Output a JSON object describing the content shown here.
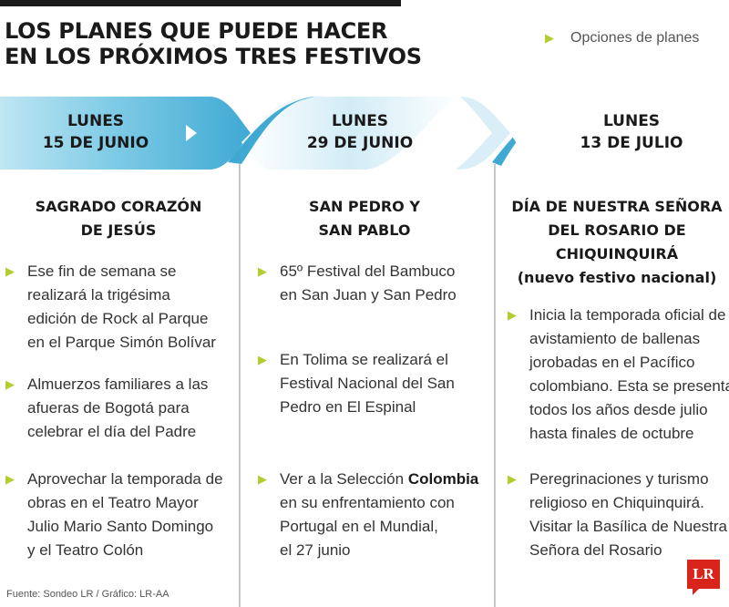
{
  "header": {
    "title_line1": "LOS PLANES QUE PUEDE HACER",
    "title_line2": "EN LOS PRÓXIMOS TRES FESTIVOS",
    "options_label": "Opciones de planes"
  },
  "colors": {
    "band": "#58b9dc",
    "band_light": "#bfe6f3",
    "bullet": "#b5cc2e",
    "logo": "#d9241b"
  },
  "columns": [
    {
      "date_weekday": "LUNES",
      "date_day": "15 DE JUNIO",
      "heading_lines": [
        "SAGRADO CORAZÓN",
        "DE JESÚS"
      ],
      "items": [
        {
          "lines": [
            "Ese fin de semana se",
            "realizará la trigésima",
            "edición de Rock al Parque",
            "en el Parque Simón Bolívar"
          ]
        },
        {
          "lines": [
            "Almuerzos familiares a las",
            "afueras de Bogotá para",
            "celebrar el día del Padre"
          ]
        },
        {
          "lines": [
            "Aprovechar la temporada de",
            "obras en el Teatro Mayor",
            "Julio Mario Santo Domingo",
            "y el Teatro Colón"
          ]
        }
      ]
    },
    {
      "date_weekday": "LUNES",
      "date_day": "29 DE JUNIO",
      "heading_lines": [
        "SAN PEDRO Y",
        "SAN PABLO"
      ],
      "items": [
        {
          "lines": [
            "65º Festival del Bambuco",
            "en San Juan y San Pedro"
          ]
        },
        {
          "lines": [
            "En Tolima se realizará el",
            "Festival Nacional del San",
            "Pedro en El Espinal"
          ]
        },
        {
          "lines": [
            "Ver a la Selección ",
            "en su enfrentamiento con",
            "Portugal en el Mundial,",
            "el 27 junio"
          ],
          "bold_word": "Colombia"
        }
      ]
    },
    {
      "date_weekday": "LUNES",
      "date_day": "13 DE JULIO",
      "heading_lines": [
        "DÍA DE NUESTRA SEÑORA",
        "DEL ROSARIO DE",
        "CHIQUINQUIRÁ",
        "(nuevo festivo nacional)"
      ],
      "items": [
        {
          "lines": [
            "Inicia la temporada oficial de",
            "avistamiento de ballenas",
            "jorobadas en el Pacífico",
            "colombiano. Esta se presenta",
            "todos los años desde julio",
            "hasta finales de octubre"
          ]
        },
        {
          "lines": [
            "Peregrinaciones y turismo",
            "religioso en Chiquinquirá.",
            "Visitar la Basílica de Nuestra",
            "Señora del Rosario"
          ]
        }
      ]
    }
  ],
  "footer": {
    "source": "Fuente: Sondeo LR / Gráfico: LR-AA",
    "logo_text": "LR"
  }
}
